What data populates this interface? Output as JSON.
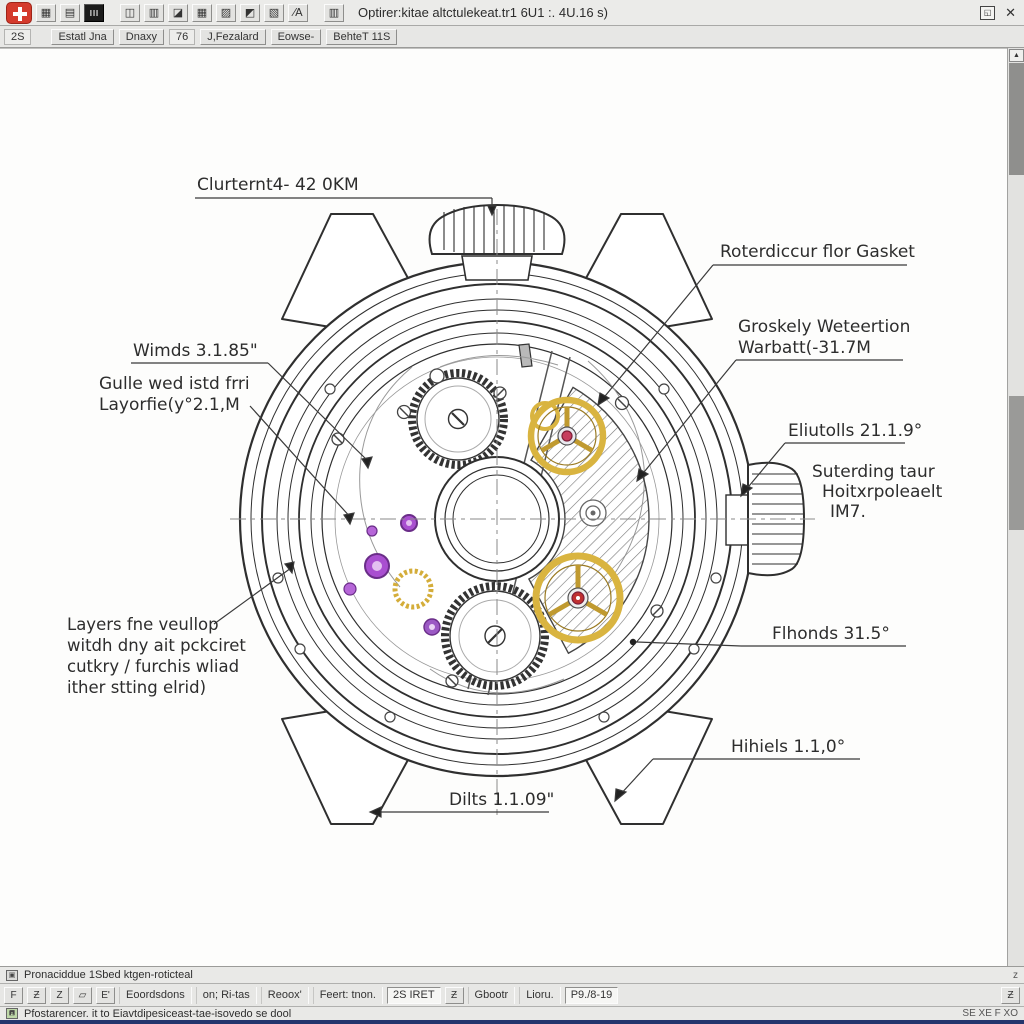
{
  "window": {
    "title": "Optirer:kitae altctulekeat.tr1 6U1 :. 4U.16 s)",
    "maximize_glyph": "◱",
    "close_glyph": "✕"
  },
  "toolbar_main": {
    "buttons": [
      {
        "name": "tiles",
        "glyph": "▦"
      },
      {
        "name": "list",
        "glyph": "▤"
      },
      {
        "name": "waveform",
        "glyph": "ııı"
      },
      {
        "name": "open",
        "glyph": "◫"
      },
      {
        "name": "layers",
        "glyph": "▥"
      },
      {
        "name": "draw",
        "glyph": "◪"
      },
      {
        "name": "grid",
        "glyph": "▦"
      },
      {
        "name": "chart",
        "glyph": "▨"
      },
      {
        "name": "rotate",
        "glyph": "◩"
      },
      {
        "name": "snap",
        "glyph": "▧"
      },
      {
        "name": "measure",
        "glyph": "⁄A"
      },
      {
        "name": "print",
        "glyph": "▥"
      }
    ]
  },
  "toolbar_second": {
    "zoom": "2S",
    "items": [
      "Estatl Jna",
      "Dnaxy",
      "76",
      "J,Fezalard",
      "Eowse-",
      "BehteT 11S"
    ]
  },
  "drawing": {
    "annotations": {
      "crown_dim": "Clurternt4- 42 0KM",
      "gasket": "Roterdiccur flor Gasket",
      "groskely": [
        "Groskely Weteertion",
        "Warbatt(-31.7M"
      ],
      "wimds": "Wimds 3.1.85\"",
      "gulle": [
        "Gulle wed istd frri",
        "Layorfie(y°2.1,M"
      ],
      "eliutolls": "Eliutolls 21.1.9°",
      "suterding": [
        "Suterding taur",
        "Hoitxrpoleaelt",
        "IM7."
      ],
      "flhonds": "Flhonds 31.5°",
      "hihiels": "Hihiels 1.1,0°",
      "dilts": "Dilts 1.1.09\"",
      "layers": [
        "Layers fne veullop",
        "witdh dny ait pckciret",
        "cutkry / furchis wliad",
        "ither stting elrid)"
      ]
    }
  },
  "statusbar1": {
    "text": "Pronaciddue 1Sbed ktgen-roticteal",
    "right_glyph": "z"
  },
  "toolbar_bottom": {
    "icons": [
      "F",
      "Ƶ",
      "Z",
      "▱",
      "E'"
    ],
    "segments": [
      "Eoordsdons",
      "on; Ri-tas",
      "Reoox'",
      "Feert: tnon."
    ],
    "field1": "2S IRET",
    "mid_icon": "Ƶ",
    "segments2": [
      "Gbootr",
      "Lioru."
    ],
    "field2": "P9./8-19",
    "right_icon": "Ƶ"
  },
  "statusbar2": {
    "text": "Pfostarencer. it to Eiavtdipesiceast-tae-isovedo se dool",
    "right_glyphs": "SE XE F XO"
  },
  "colors": {
    "gold": "#d9b440",
    "jewel_purple": "#a94fd0",
    "jewel_red": "#c63d5e",
    "line": "#2f2f2f",
    "accent_red_logo": "#d43a2c",
    "navy_strip": "#24356d"
  }
}
